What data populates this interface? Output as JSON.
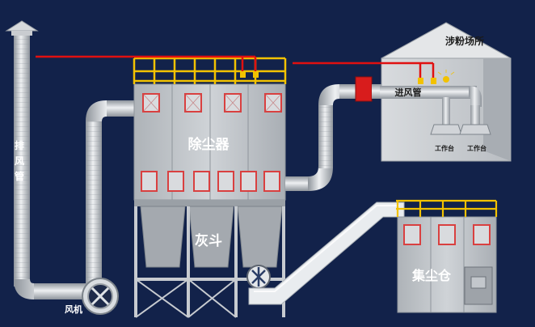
{
  "labels": {
    "exhaust_pipe": "排风管",
    "fan": "风机",
    "dust_collector": "除尘器",
    "ash_hopper": "灰斗",
    "inlet_pipe": "进风管",
    "dust_area": "涉粉场所",
    "workbench_1": "工作台",
    "workbench_2": "工作台",
    "dust_bin": "集尘仓"
  },
  "colors": {
    "background": "#12224a",
    "pipe": "#c8cdd3",
    "body": "#bfc3c8",
    "door": "#d94040",
    "rail": "#f2c200",
    "alarm_line": "#e01010",
    "valve": "#d81c1c"
  },
  "icons": [
    "fan-icon",
    "rotary-valve-icon",
    "sensor-icon"
  ]
}
